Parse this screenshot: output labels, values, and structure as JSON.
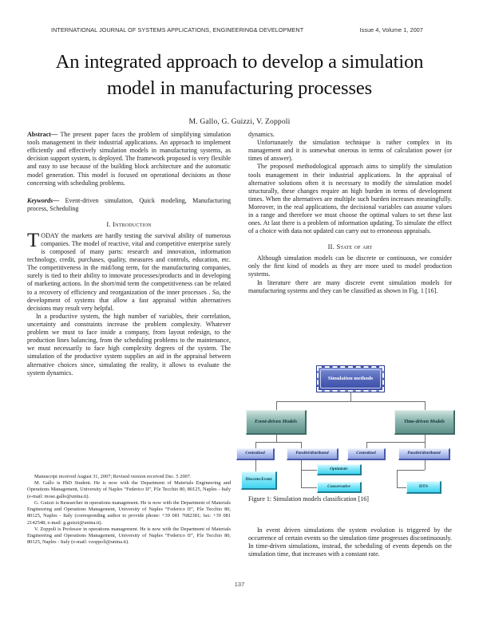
{
  "header": {
    "journal": "INTERNATIONAL JOURNAL OF SYSTEMS APPLICATIONS, ENGINEERING& DEVELOPMENT",
    "issue": "Issue 4, Volume 1, 2007"
  },
  "title": "An integrated approach to develop a simulation model in manufacturing processes",
  "authors": "M. Gallo, G. Guizzi, V. Zoppoli",
  "abstract": {
    "label": "Abstract—",
    "text": " The present paper faces the problem of simplifying simulation tools management in their industrial applications. An approach to implement efficiently and effectively simulation models in manufacturing systems, as decision support system, is deployed. The framework proposed is very flexible and easy to use because of the building block architecture and the automatic model generation. This model is focused on operational decisions as those concerning with scheduling problems."
  },
  "keywords": {
    "label": "Keywords—",
    "text": " Event-driven simulation, Quick modeling, Manufacturing process, Scheduling"
  },
  "sections": {
    "introduction": {
      "number": "I.",
      "title": "Introduction",
      "dropcap": "T",
      "p1_rest": "ODAY the markets are hardly testing the survival ability of numerous companies. The model of reactive, vital and competitive enterprise surely is composed of many parts: research and innovation, information technology, credit, purchases, quality, measures and controls, education, etc. The competitiveness in the mid/long term, for the manufacturing companies, surely is tied to their ability to innovate processes/products and in developing of marketing actions. In the short/mid term the competitiveness can be related to a recovery of efficiency and reorganization of the inner processes . So, the development of systems that allow a fast appraisal within alternatives decisions may result very helpful.",
      "p2": "In a productive system, the high number of variables, their correlation, uncertainty and constraints increase the problem complexity. Whatever problem we must to face inside a company, from layout redesign, to the production lines balancing, from the scheduling problems to the maintenance, we must necessarily to face high complexity degrees of the system. The simulation of the productive system supplies an aid in the appraisal between alternative choices since, simulating the reality, it allows to evaluate the system dynamics.",
      "p3": "Unfortunately the simulation technique is rather complex in its management and it is somewhat onerous in terms of calculation power (or times of answer).",
      "p4": "The proposed methodological approach aims to simplify the simulation tools management in their industrial applications. In the appraisal of alternative solutions often it is necessary to modify the simulation model structurally, these changes require an high burden in terms of development times. When the alternatives are multiple such burden increases meaningfully. Moreover, in the real applications, the decisional variables can assume values in a range and therefore we must choose the optimal values to set these last ones. At last there is a problem of information updating. To simulate the effect of a choice with data not updated can carry out to erroneous appraisals."
    },
    "state_of_art": {
      "number": "II.",
      "title": "State of art",
      "p1": "Although simulation models can be discrete or continuous, we consider only the first kind of models as they are more used to model production systems.",
      "p2": "In literature there are many discrete event simulation models for manufacturing systems and they can be classified as shown in Fig. 1 [16].",
      "p3": "In event driven simulations the system evolution is triggered by the occurrence of certain events so the simulation time progresses discontinuously. In time-driven simulations, instead, the scheduling of events depends on the simulation time, that increases with a constant rate."
    }
  },
  "footnotes": {
    "manuscript": "Manuscript received August 31, 2007;  Revised version received Dec. 5 2007.",
    "author1": "M. Gallo is PhD Student. He is now with the Department of Materials Engineering and Operations Management, University of Naples “Federico II”, P.le Tecchio 80, 80125, Naples - Italy (e-mail: mose.gallo@unina.it).",
    "author2": "G. Guizzi is Researcher in operations management. He is now with the Department of Materials Engineering and Operations Management, University of Naples “Federico II”, P.le Tecchio 80, 80125, Naples - Italy (corresponding author to provide phone: +39 081 7682381; fax: +39 081 2142548; e-mail: g.guizzi@unina.it).",
    "author3": "V. Zoppoli is Professor in operations management. He is now with the Department of Materials Engineering and Operations Management, University of Naples “Federico II”, P.le Tecchio 80, 80125, Naples - Italy (e-mail: vzoppoli@unina.it)."
  },
  "figure": {
    "caption": "Figure 1: Simulation models classification [16]",
    "nodes": {
      "root": "Simulation methods",
      "event_driven": "Event-driven Models",
      "time_driven": "Time-driven Models",
      "ed_centralized": "Centralized",
      "ed_parallel": "Parallel/distributed",
      "td_centralized": "Centralized",
      "td_parallel": "Parallel/distributed",
      "discrete_event": "Discrete-Event",
      "optimistic": "Optimistic",
      "conservative": "Conservative",
      "dts": "DTS"
    },
    "colors": {
      "root": "#4f62b8",
      "teal": "#5d9189",
      "blue": "#8d9fe0",
      "cyan": "#3fd3ef",
      "connector": "#6f6f6f"
    }
  },
  "folio": "137"
}
